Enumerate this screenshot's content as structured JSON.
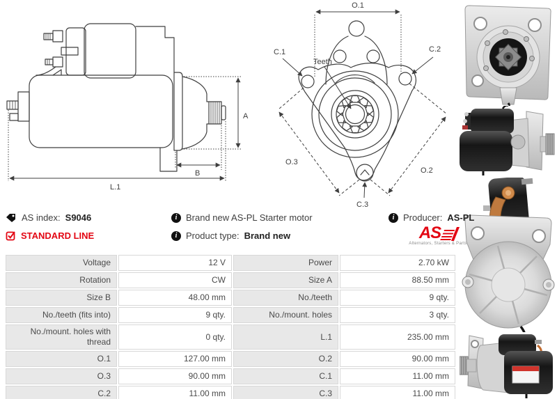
{
  "info": {
    "as_index_label": "AS index:",
    "as_index_value": "S9046",
    "standard_line_label": "STANDARD LINE",
    "description": "Brand new AS-PL Starter motor",
    "product_type_label": "Product type:",
    "product_type_value": "Brand new",
    "producer_label": "Producer:",
    "producer_value": "AS-PL",
    "logo": {
      "text": "AS",
      "tagline": "Alternators, Starters & Parts"
    }
  },
  "drawings": {
    "side_view": {
      "dim_a": "A",
      "dim_b": "B",
      "dim_l1": "L.1"
    },
    "front_view": {
      "dim_o1": "O.1",
      "dim_o2": "O.2",
      "dim_o3": "O.3",
      "dim_c1": "C.1",
      "dim_c2": "C.2",
      "dim_c3": "C.3",
      "teeth_label": "Teeth"
    }
  },
  "spec_table": {
    "rows": [
      {
        "l1": "Voltage",
        "v1": "12 V",
        "l2": "Power",
        "v2": "2.70 kW"
      },
      {
        "l1": "Rotation",
        "v1": "CW",
        "l2": "Size A",
        "v2": "88.50 mm"
      },
      {
        "l1": "Size B",
        "v1": "48.00 mm",
        "l2": "No./teeth",
        "v2": "9 qty."
      },
      {
        "l1": "No./teeth (fits into)",
        "v1": "9 qty.",
        "l2": "No./mount. holes",
        "v2": "3 qty."
      },
      {
        "l1": "No./mount. holes with thread",
        "v1": "0 qty.",
        "l2": "L.1",
        "v2": "235.00 mm"
      },
      {
        "l1": "O.1",
        "v1": "127.00 mm",
        "l2": "O.2",
        "v2": "90.00 mm"
      },
      {
        "l1": "O.3",
        "v1": "90.00 mm",
        "l2": "C.1",
        "v2": "11.00 mm"
      },
      {
        "l1": "C.2",
        "v1": "11.00 mm",
        "l2": "C.3",
        "v2": "11.00 mm"
      }
    ]
  },
  "colors": {
    "accent_red": "#e30613",
    "table_label_bg": "#e8e8e8",
    "table_border": "#d8d8d8",
    "drawing_line": "#3f3f3f"
  }
}
